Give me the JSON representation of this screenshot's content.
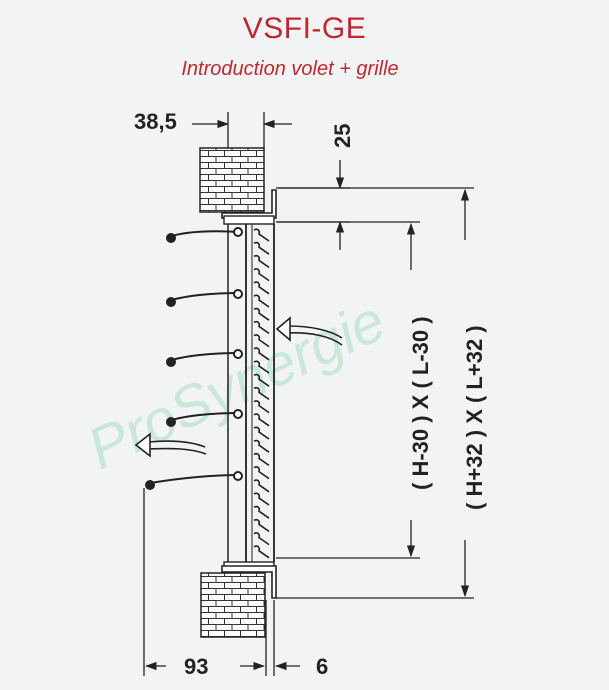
{
  "header": {
    "title": "VSFI-GE",
    "subtitle": "Introduction volet + grille"
  },
  "dimensions": {
    "wall_thickness": "38,5",
    "top_offset": "25",
    "inner_size": "( H-30 ) X ( L-30 )",
    "outer_size": "( H+32 ) X ( L+32 )",
    "shutter_depth": "93",
    "frame_depth": "6"
  },
  "watermark": {
    "text": "ProSynergie"
  },
  "colors": {
    "title": "#c0282e",
    "line": "#222222",
    "watermark": "#9fd6b5",
    "background": "#f2f3f4"
  }
}
